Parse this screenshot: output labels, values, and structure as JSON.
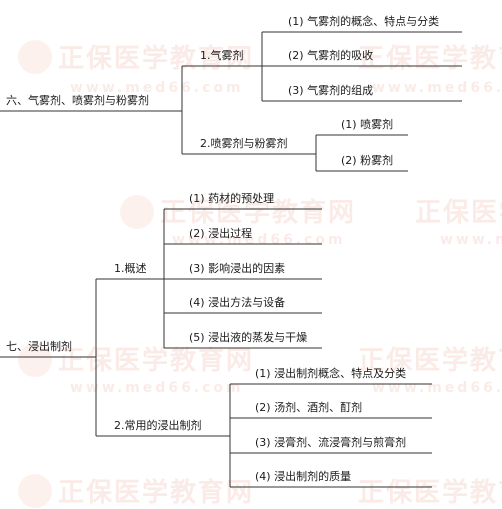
{
  "watermark": {
    "cn": "正保医学教育网",
    "url": "www.med66.com"
  },
  "tree": {
    "section6": {
      "label": "六、气雾剂、喷雾剂与粉雾剂",
      "aerosol": {
        "label": "1.气雾剂",
        "items": [
          "(1) 气雾剂的概念、特点与分类",
          "(2) 气雾剂的吸收",
          "(3) 气雾剂的组成"
        ]
      },
      "spray": {
        "label": "2.喷雾剂与粉雾剂",
        "items": [
          "(1) 喷雾剂",
          "(2) 粉雾剂"
        ]
      }
    },
    "section7": {
      "label": "七、浸出制剂",
      "overview": {
        "label": "1.概述",
        "items": [
          "(1) 药材的预处理",
          "(2) 浸出过程",
          "(3) 影响浸出的因素",
          "(4) 浸出方法与设备",
          "(5) 浸出液的蒸发与干燥"
        ]
      },
      "common": {
        "label": "2.常用的浸出制剂",
        "items": [
          "(1) 浸出制剂概念、特点及分类",
          "(2) 汤剂、酒剂、酊剂",
          "(3) 浸膏剂、流浸膏剂与煎膏剂",
          "(4) 浸出制剂的质量"
        ]
      }
    }
  }
}
